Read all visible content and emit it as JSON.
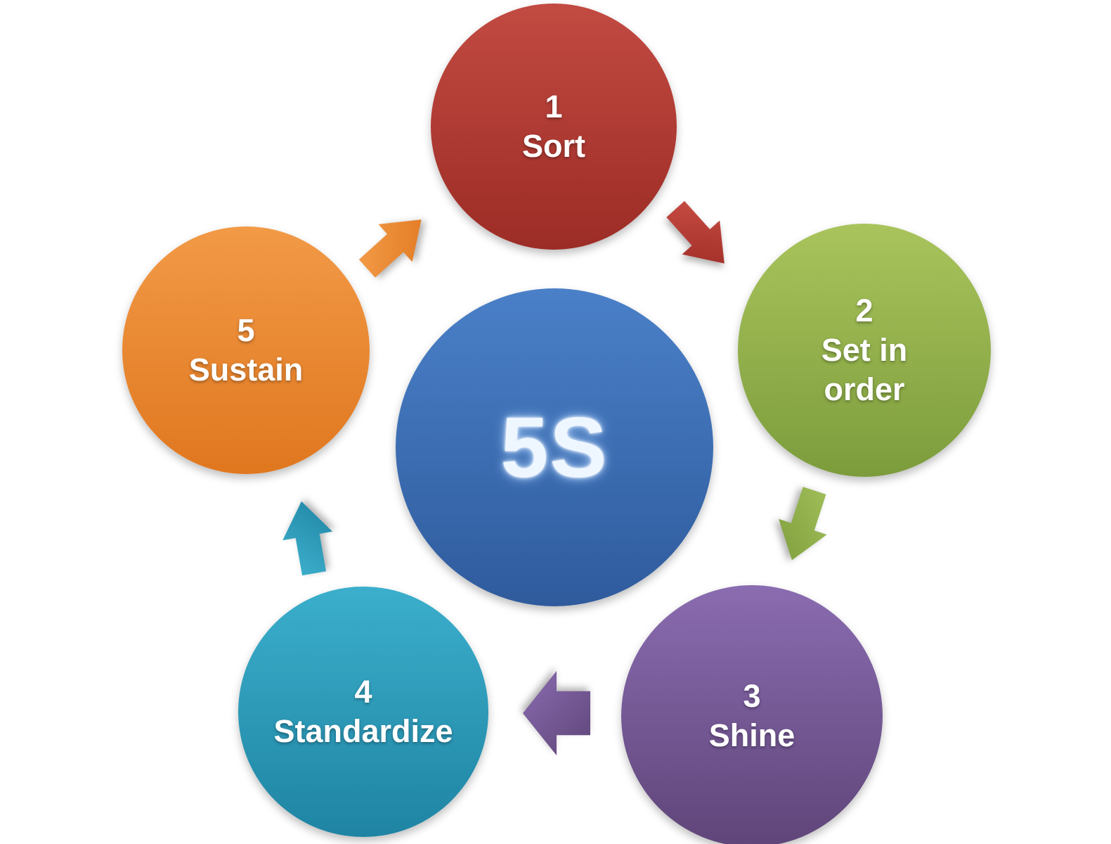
{
  "diagram": {
    "type": "cycle",
    "background_color": "#ffffff",
    "center": {
      "label": "5S",
      "color": "#4f81bd",
      "gradient": {
        "top": "#4a80c8",
        "bottom": "#2f5b9d"
      }
    },
    "steps": [
      {
        "number": "1",
        "label": "Sort",
        "color": "#c0504d",
        "gradient": {
          "top": "#c24b42",
          "bottom": "#9c2c26"
        }
      },
      {
        "number": "2",
        "label": "Set in order",
        "color": "#9bbb59",
        "gradient": {
          "top": "#a9c45c",
          "bottom": "#7c9c3c"
        }
      },
      {
        "number": "3",
        "label": "Shine",
        "color": "#8064a2",
        "gradient": {
          "top": "#8a6cb0",
          "bottom": "#5f4579"
        }
      },
      {
        "number": "4",
        "label": "Standardize",
        "color": "#4bacc6",
        "gradient": {
          "top": "#3bafcc",
          "bottom": "#1f84a3"
        }
      },
      {
        "number": "5",
        "label": "Sustain",
        "color": "#f79646",
        "gradient": {
          "top": "#f29a47",
          "bottom": "#e0771f"
        }
      }
    ],
    "arrows": [
      {
        "name": "sort-to-set-in-order",
        "direction": "down-right",
        "gradient": {
          "top": "#c94e45",
          "bottom": "#9c2b24"
        }
      },
      {
        "name": "set-in-order-to-shine",
        "direction": "down-left",
        "gradient": {
          "top": "#a2c05a",
          "bottom": "#7e9e3c"
        }
      },
      {
        "name": "shine-to-standardize",
        "direction": "left",
        "gradient": {
          "top": "#8a6cb0",
          "bottom": "#5f4579"
        }
      },
      {
        "name": "standardize-to-sustain",
        "direction": "up",
        "gradient": {
          "top": "#3fb2cf",
          "bottom": "#1f84a3"
        }
      },
      {
        "name": "sustain-to-sort",
        "direction": "up-right",
        "gradient": {
          "top": "#f49d4a",
          "bottom": "#e0771f"
        }
      }
    ]
  }
}
